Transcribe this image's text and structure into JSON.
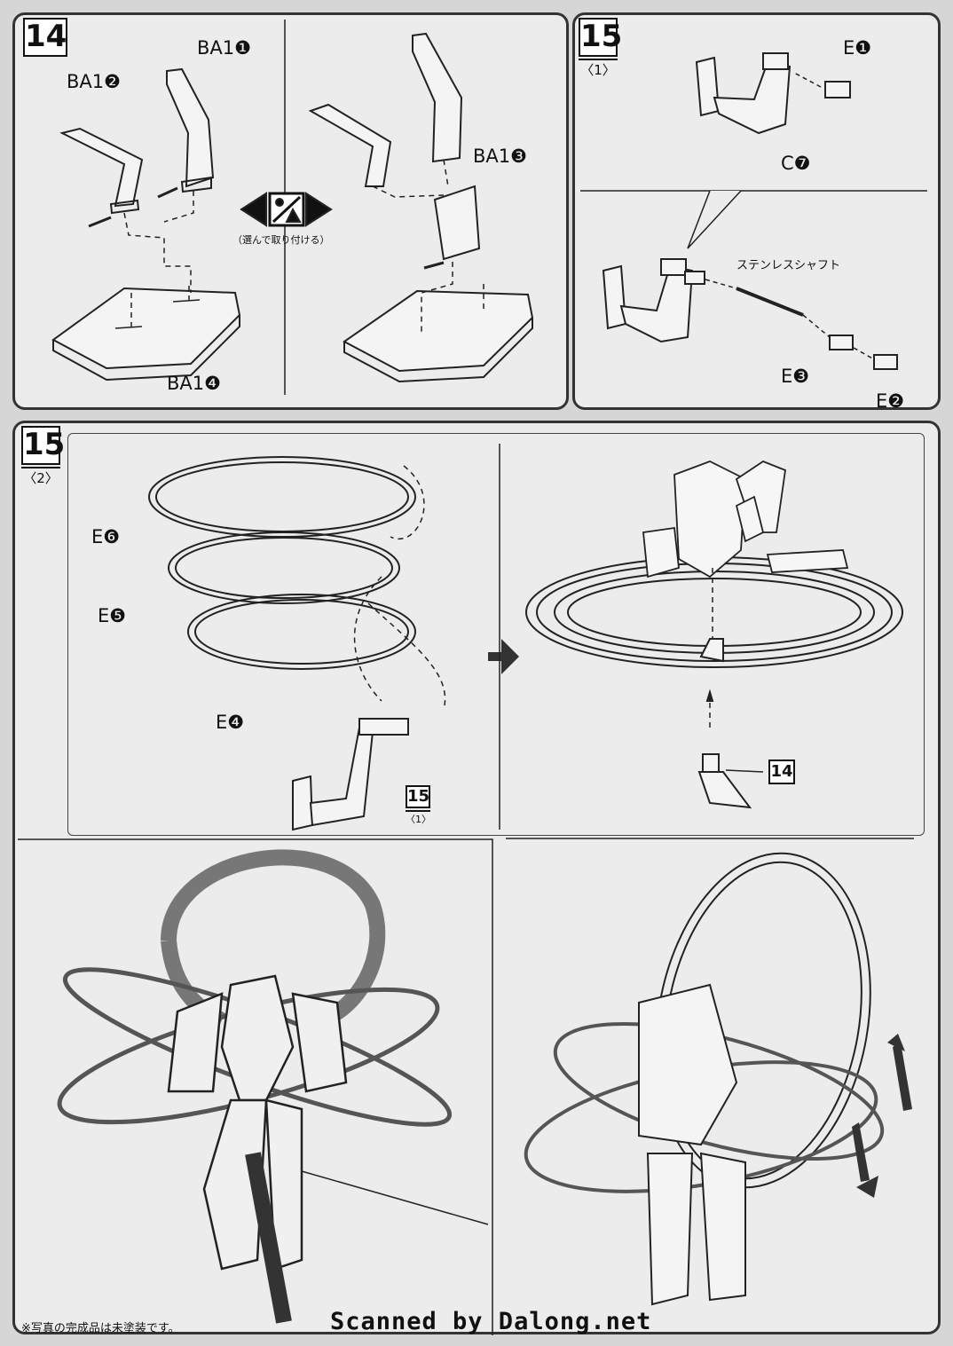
{
  "step14": {
    "number": "14",
    "labels": [
      "BA1❶",
      "BA1❷",
      "BA1❸",
      "BA1❹"
    ],
    "choice_note": "（選んで取り付ける）"
  },
  "step15_1": {
    "number": "15",
    "sub": "〈1〉",
    "labels": [
      "E❶",
      "C❼",
      "ステンレスシャフト",
      "E❸",
      "E❷"
    ]
  },
  "step15_2": {
    "number": "15",
    "sub": "〈2〉",
    "labels": [
      "E❻",
      "E❺",
      "E❹"
    ],
    "ref_number": "15",
    "ref_sub": "〈1〉",
    "ref14": "14"
  },
  "footer": {
    "note": "※写真の完成品は未塗装です。",
    "credit": "Scanned by Dalong.net"
  },
  "colors": {
    "paper": "#ececec",
    "ink": "#222222",
    "background": "#d6d6d6"
  }
}
